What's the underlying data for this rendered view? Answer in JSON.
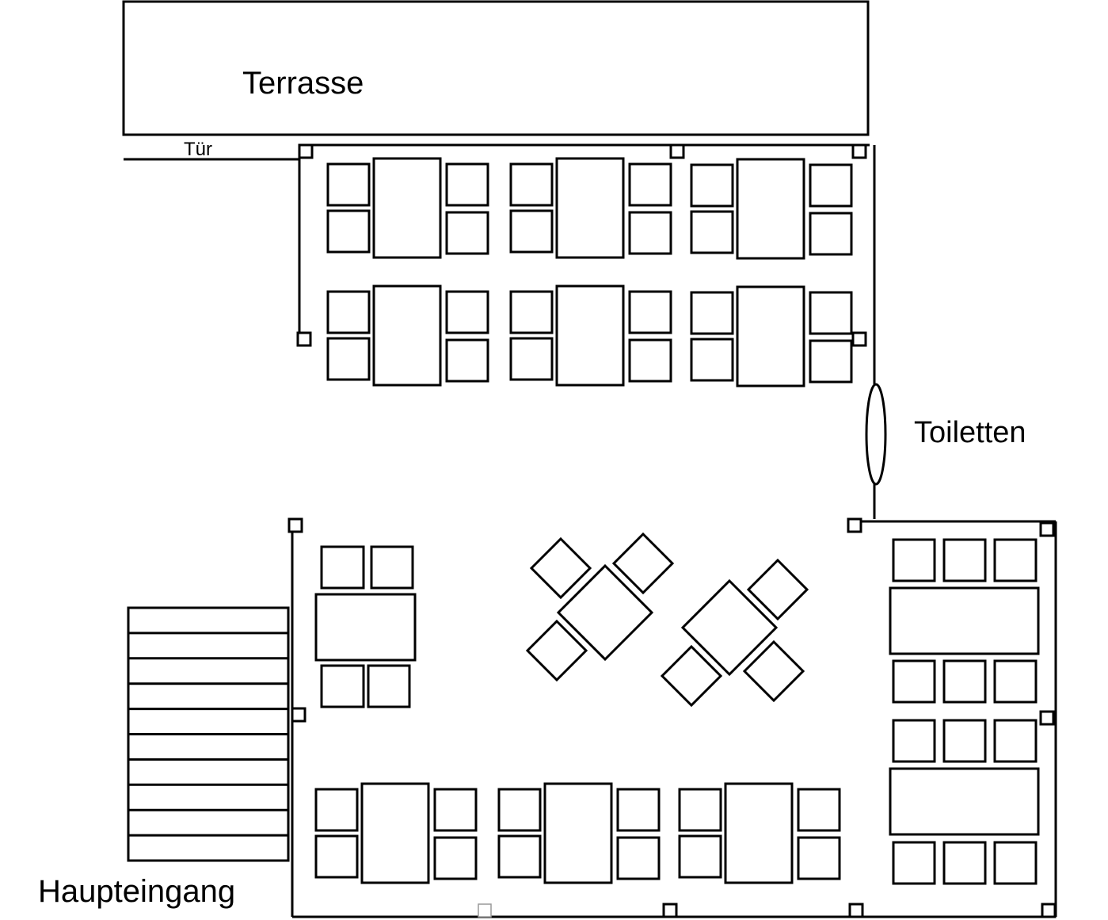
{
  "labels": {
    "terrace": "Terrasse",
    "door": "Tür",
    "toilets": "Toiletten",
    "main_entrance": "Haupteingang"
  },
  "colors": {
    "line": "#000000",
    "background": "#ffffff"
  }
}
